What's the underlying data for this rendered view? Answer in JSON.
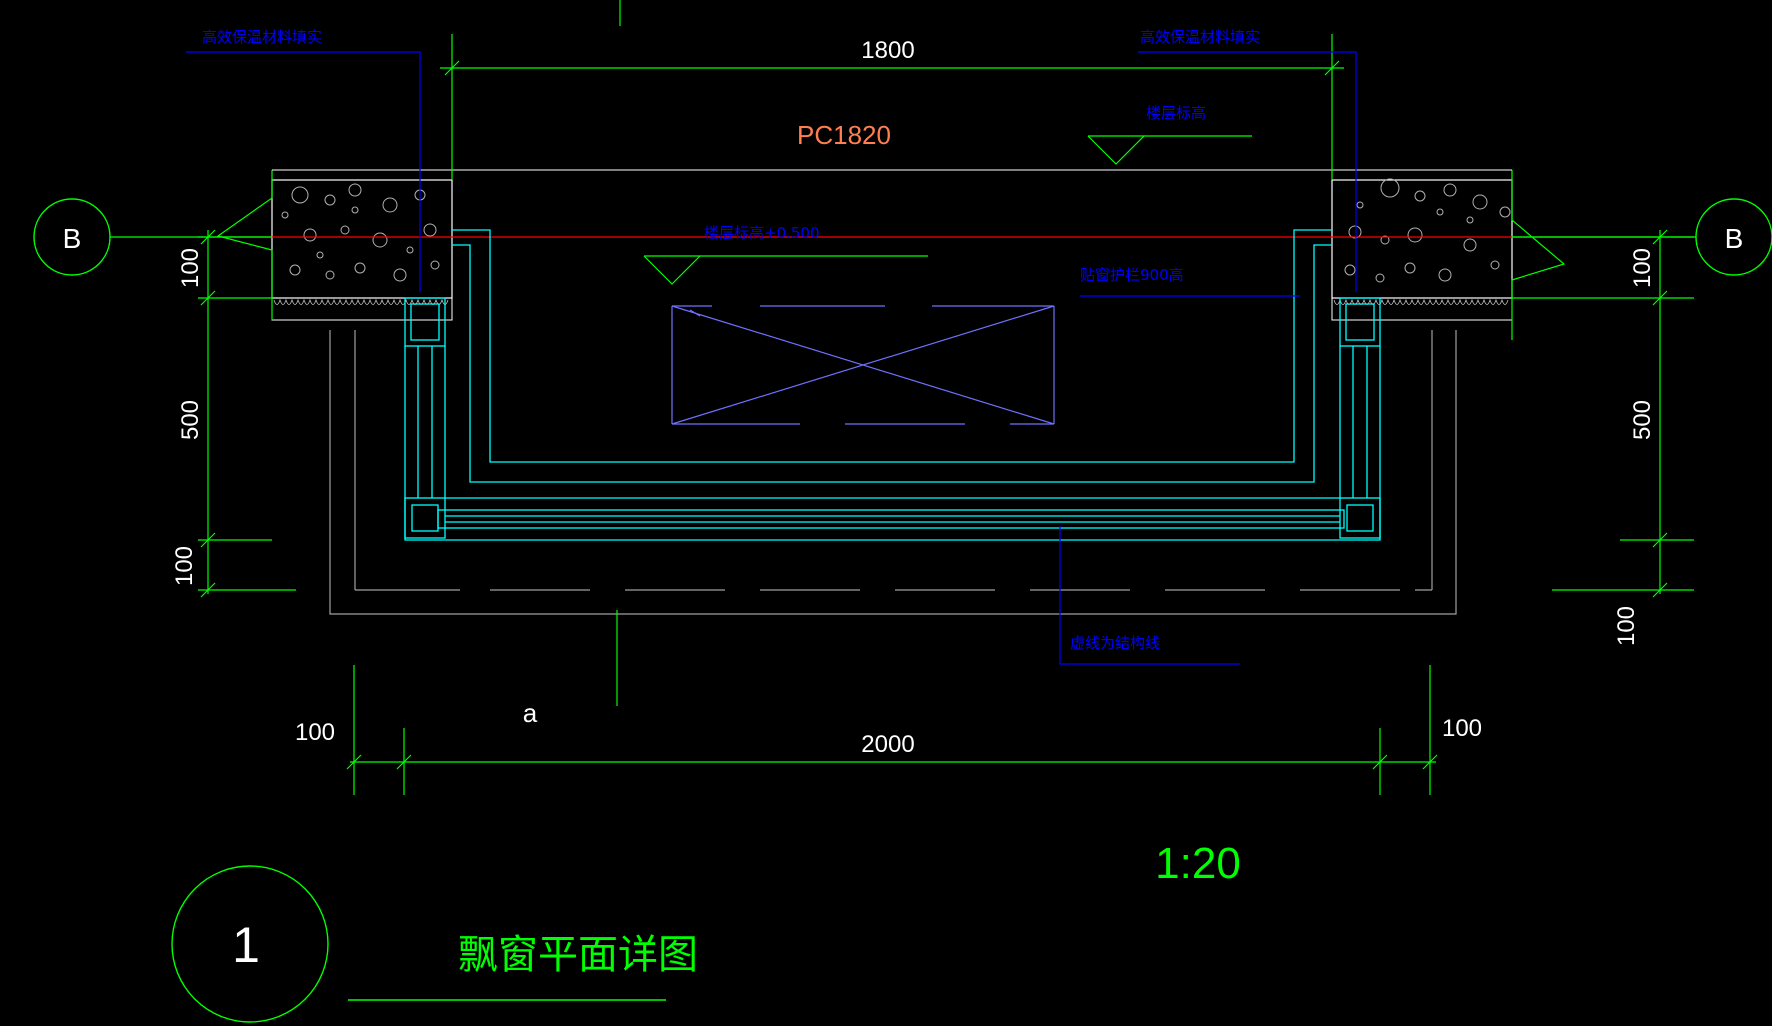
{
  "colors": {
    "background": "#000000",
    "dimension": "#00ff00",
    "leader": "#0000ff",
    "wall": "#ffffff",
    "window_frame": "#00ffff",
    "elevation_red": "#ff0000",
    "grid_line_red": "#ff0000",
    "tag_text": "#ff7f50",
    "note_text": "#0000ff",
    "gray": "#a0a0a0",
    "violet": "#7070ff"
  },
  "drawing": {
    "window_tag": "PC1820",
    "top_dimension": "1800",
    "bottom_dimension": "2000",
    "left_side_dim": "100",
    "right_side_dim": "100",
    "left_vertical_dims": [
      "100",
      "500",
      "100"
    ],
    "right_vertical_dims": [
      "100",
      "500",
      "100"
    ],
    "grid_bubble_left": "B",
    "grid_bubble_right": "B",
    "note_insulation_left": "高效保温材料填实",
    "note_insulation_right": "高效保温材料填实",
    "note_floor_elevation": "楼层标高",
    "note_sill_elevation": "楼层标高+0.500",
    "note_guardrail": "贴窗护栏900高",
    "note_dashed_line": "虚线为结构线",
    "axis_label": "a",
    "scale": "1:20",
    "detail_number": "1",
    "detail_title": "飘窗平面详图"
  }
}
